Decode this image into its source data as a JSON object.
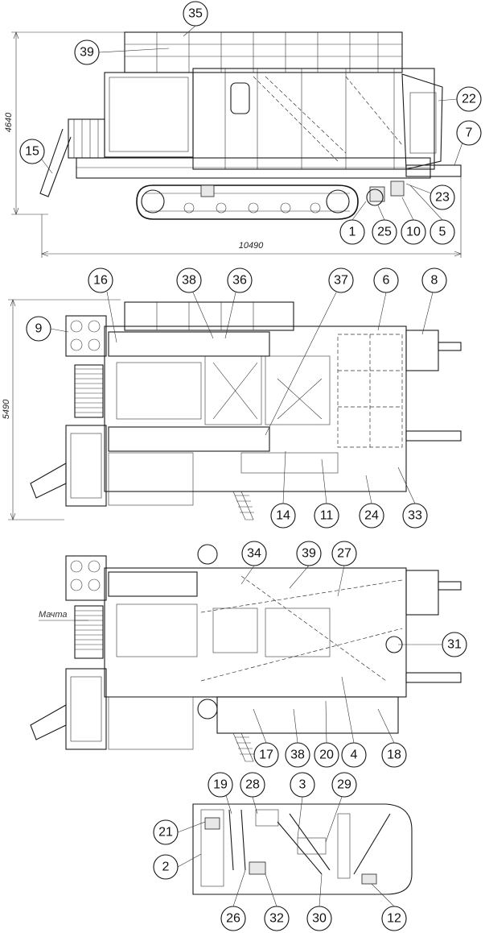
{
  "dimensions": {
    "side_height": "4640",
    "side_length": "10490",
    "plan_width": "5490"
  },
  "labels": {
    "mast": "Мачта"
  },
  "callouts": [
    "35",
    "39",
    "22",
    "7",
    "15",
    "23",
    "1",
    "25",
    "10",
    "5",
    "16",
    "38",
    "36",
    "37",
    "6",
    "8",
    "9",
    "14",
    "11",
    "24",
    "33",
    "34",
    "39",
    "27",
    "31",
    "17",
    "38",
    "20",
    "4",
    "18",
    "19",
    "28",
    "3",
    "29",
    "21",
    "2",
    "26",
    "32",
    "30",
    "12"
  ],
  "colors": {
    "line": "#1a1a1a",
    "background": "#ffffff"
  }
}
